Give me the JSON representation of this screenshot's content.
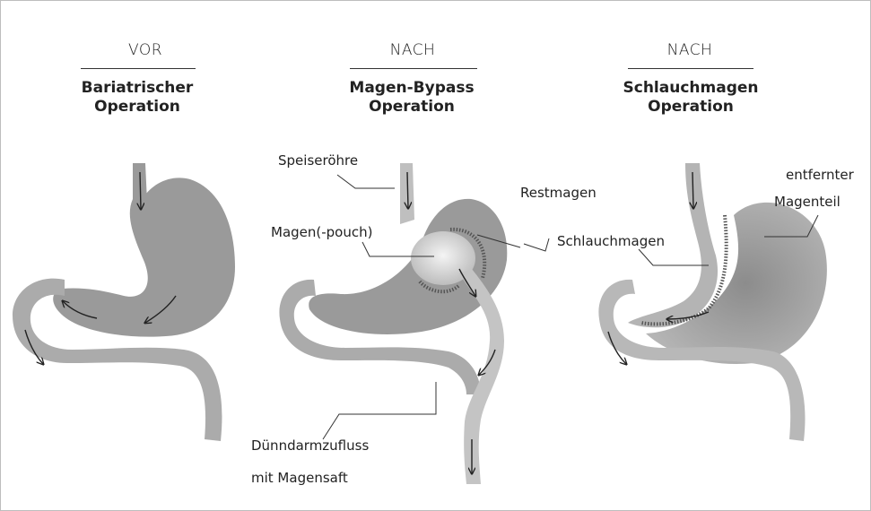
{
  "columns": [
    {
      "top": "VOR",
      "heading1": "Bariatrischer",
      "heading2": "Operation"
    },
    {
      "top": "NACH",
      "heading1": "Magen-Bypass",
      "heading2": "Operation"
    },
    {
      "top": "NACH",
      "heading1": "Schlauchmagen",
      "heading2": "Operation"
    }
  ],
  "labels": {
    "speiseroehre": "Speiseröhre",
    "restmagen": "Restmagen",
    "magen_pouch": "Magen(-pouch)",
    "duenndarm_1": "Dünndarmzufluss",
    "duenndarm_2": "mit Magensaft",
    "schlauchmagen": "Schlauchmagen",
    "entfernter_1": "entfernter",
    "entfernter_2": "Magenteil"
  },
  "colors": {
    "organ": "#9a9a9a",
    "organ_light": "#c2c2c2",
    "organ_dark": "#7d7d7d",
    "line": "#333333"
  }
}
